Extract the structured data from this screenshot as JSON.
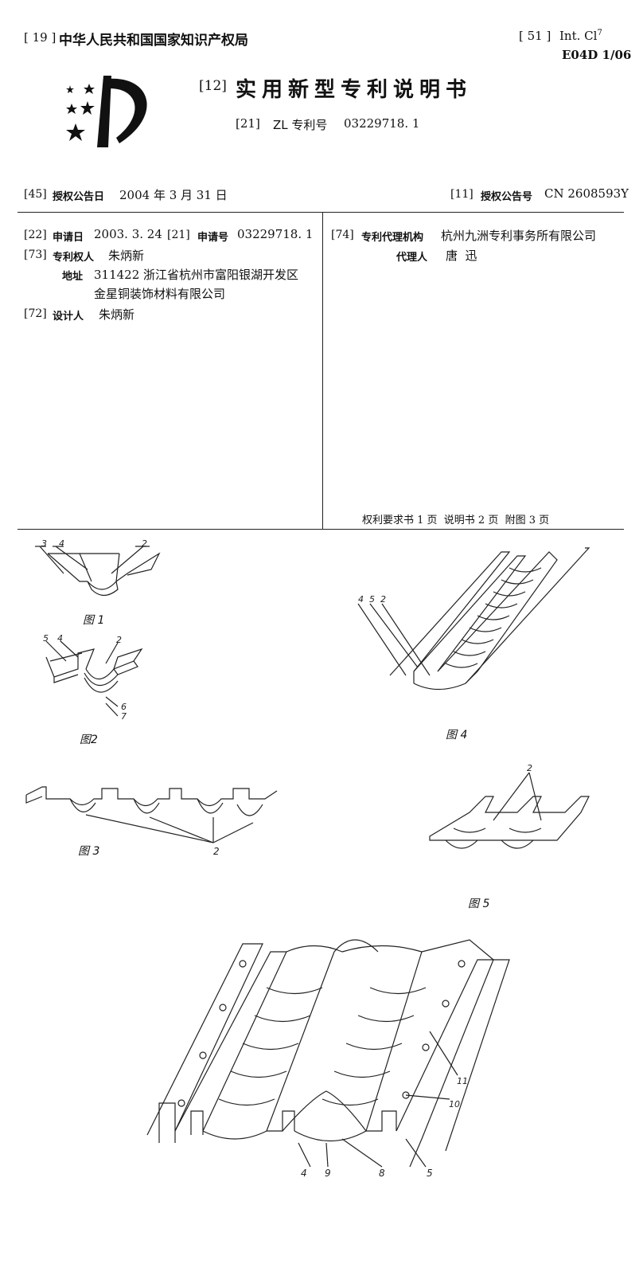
{
  "header": {
    "office_code": "[ 19 ]",
    "office_name": "中华人民共和国国家知识产权局",
    "class_code": "[ 51 ]",
    "class_label": "Int. Cl",
    "class_sup": "7",
    "class_value": "E04D 1/06",
    "doc_type_code": "[12]",
    "doc_type": "实用新型专利说明书",
    "patent_no_code": "[21]",
    "patent_no_label": "ZL 专利号",
    "patent_no": "03229718. 1"
  },
  "publication": {
    "grant_date_code": "[45]",
    "grant_date_label": "授权公告日",
    "grant_date": "2004 年 3 月 31 日",
    "grant_no_code": "[11]",
    "grant_no_label": "授权公告号",
    "grant_no": "CN 2608593Y"
  },
  "biblio": {
    "filing_date_code": "[22]",
    "filing_date_label": "申请日",
    "filing_date": "2003. 3. 24",
    "app_no_code": "[21]",
    "app_no_label": "申请号",
    "app_no": "03229718. 1",
    "patentee_code": "[73]",
    "patentee_label": "专利权人",
    "patentee": "朱炳新",
    "address_label": "地址",
    "address_line1": "311422 浙江省杭州市富阳银湖开发区",
    "address_line2": "金星铜装饰材料有限公司",
    "designer_code": "[72]",
    "designer_label": "设计人",
    "designer": "朱炳新",
    "agency_code": "[74]",
    "agency_label": "专利代理机构",
    "agency": "杭州九洲专利事务所有限公司",
    "agent_label": "代理人",
    "agent": "唐  迅",
    "pages_note": "权利要求书 1 页  说明书 2 页  附图 3 页"
  },
  "figures": {
    "fig1": {
      "caption": "图 1",
      "labels": [
        "3",
        "4",
        "2"
      ]
    },
    "fig2": {
      "caption": "图2",
      "labels": [
        "5",
        "4",
        "2",
        "6",
        "7"
      ]
    },
    "fig3": {
      "caption": "图 3",
      "labels": [
        "2"
      ]
    },
    "fig4": {
      "caption": "图 4",
      "labels": [
        "4",
        "5",
        "2"
      ]
    },
    "fig5": {
      "caption": "图 5",
      "labels": [
        "2"
      ]
    },
    "fig6": {
      "labels": [
        "11",
        "10",
        "4",
        "9",
        "8",
        "5"
      ]
    }
  },
  "logo": {
    "name": "cnipa-logo-icon"
  }
}
